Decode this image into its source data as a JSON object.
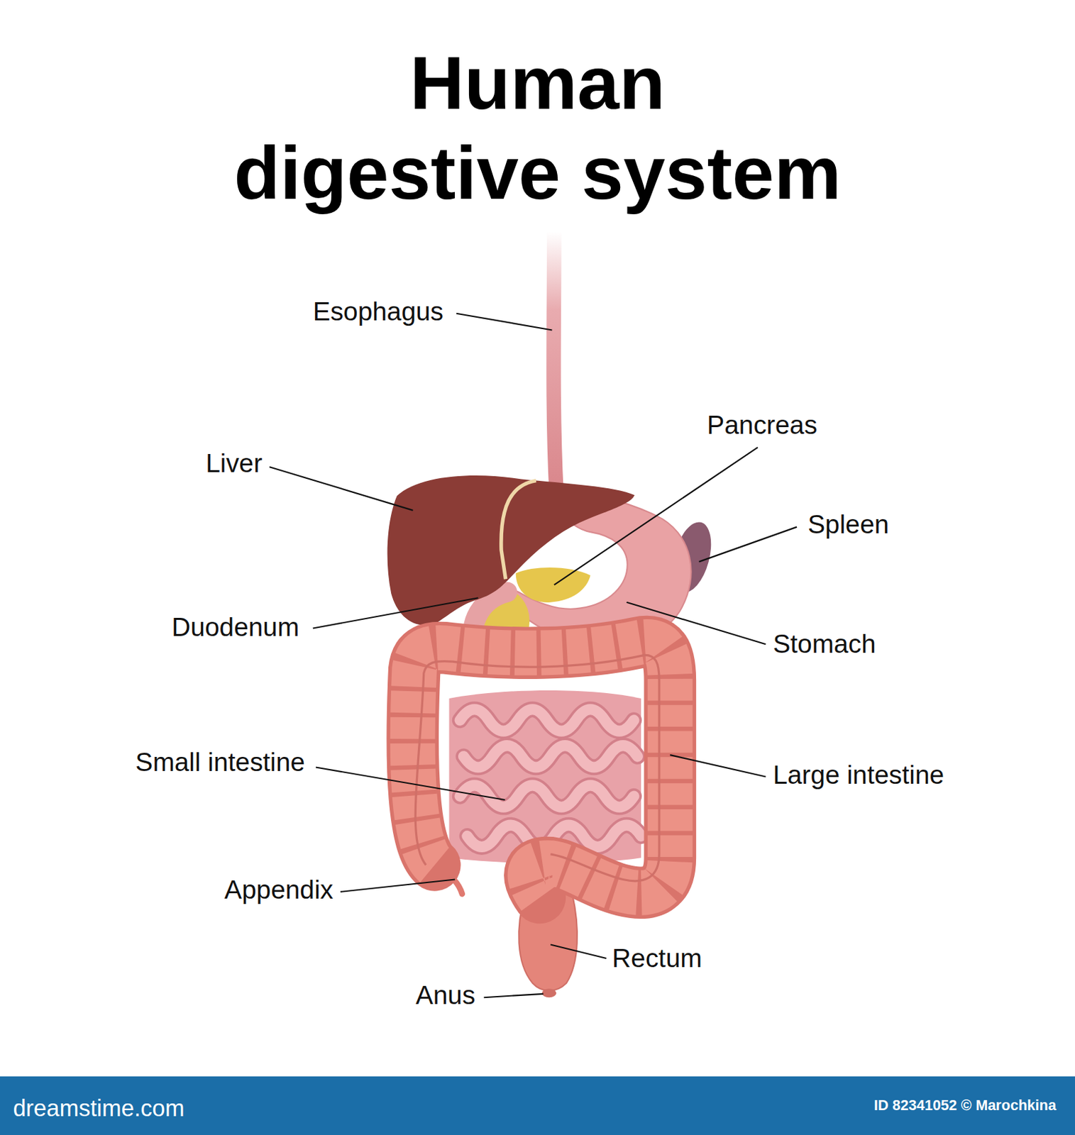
{
  "diagram": {
    "title": "Human digestive system",
    "labels": [
      "Esophagus",
      "Pancreas",
      "Liver",
      "Spleen",
      "Duodenum",
      "Stomach",
      "Small intestine",
      "Large intestine",
      "Appendix",
      "Rectum",
      "Anus",
      "dreamstime.com",
      "ID 82341052 © Marochkina"
    ]
  }
}
